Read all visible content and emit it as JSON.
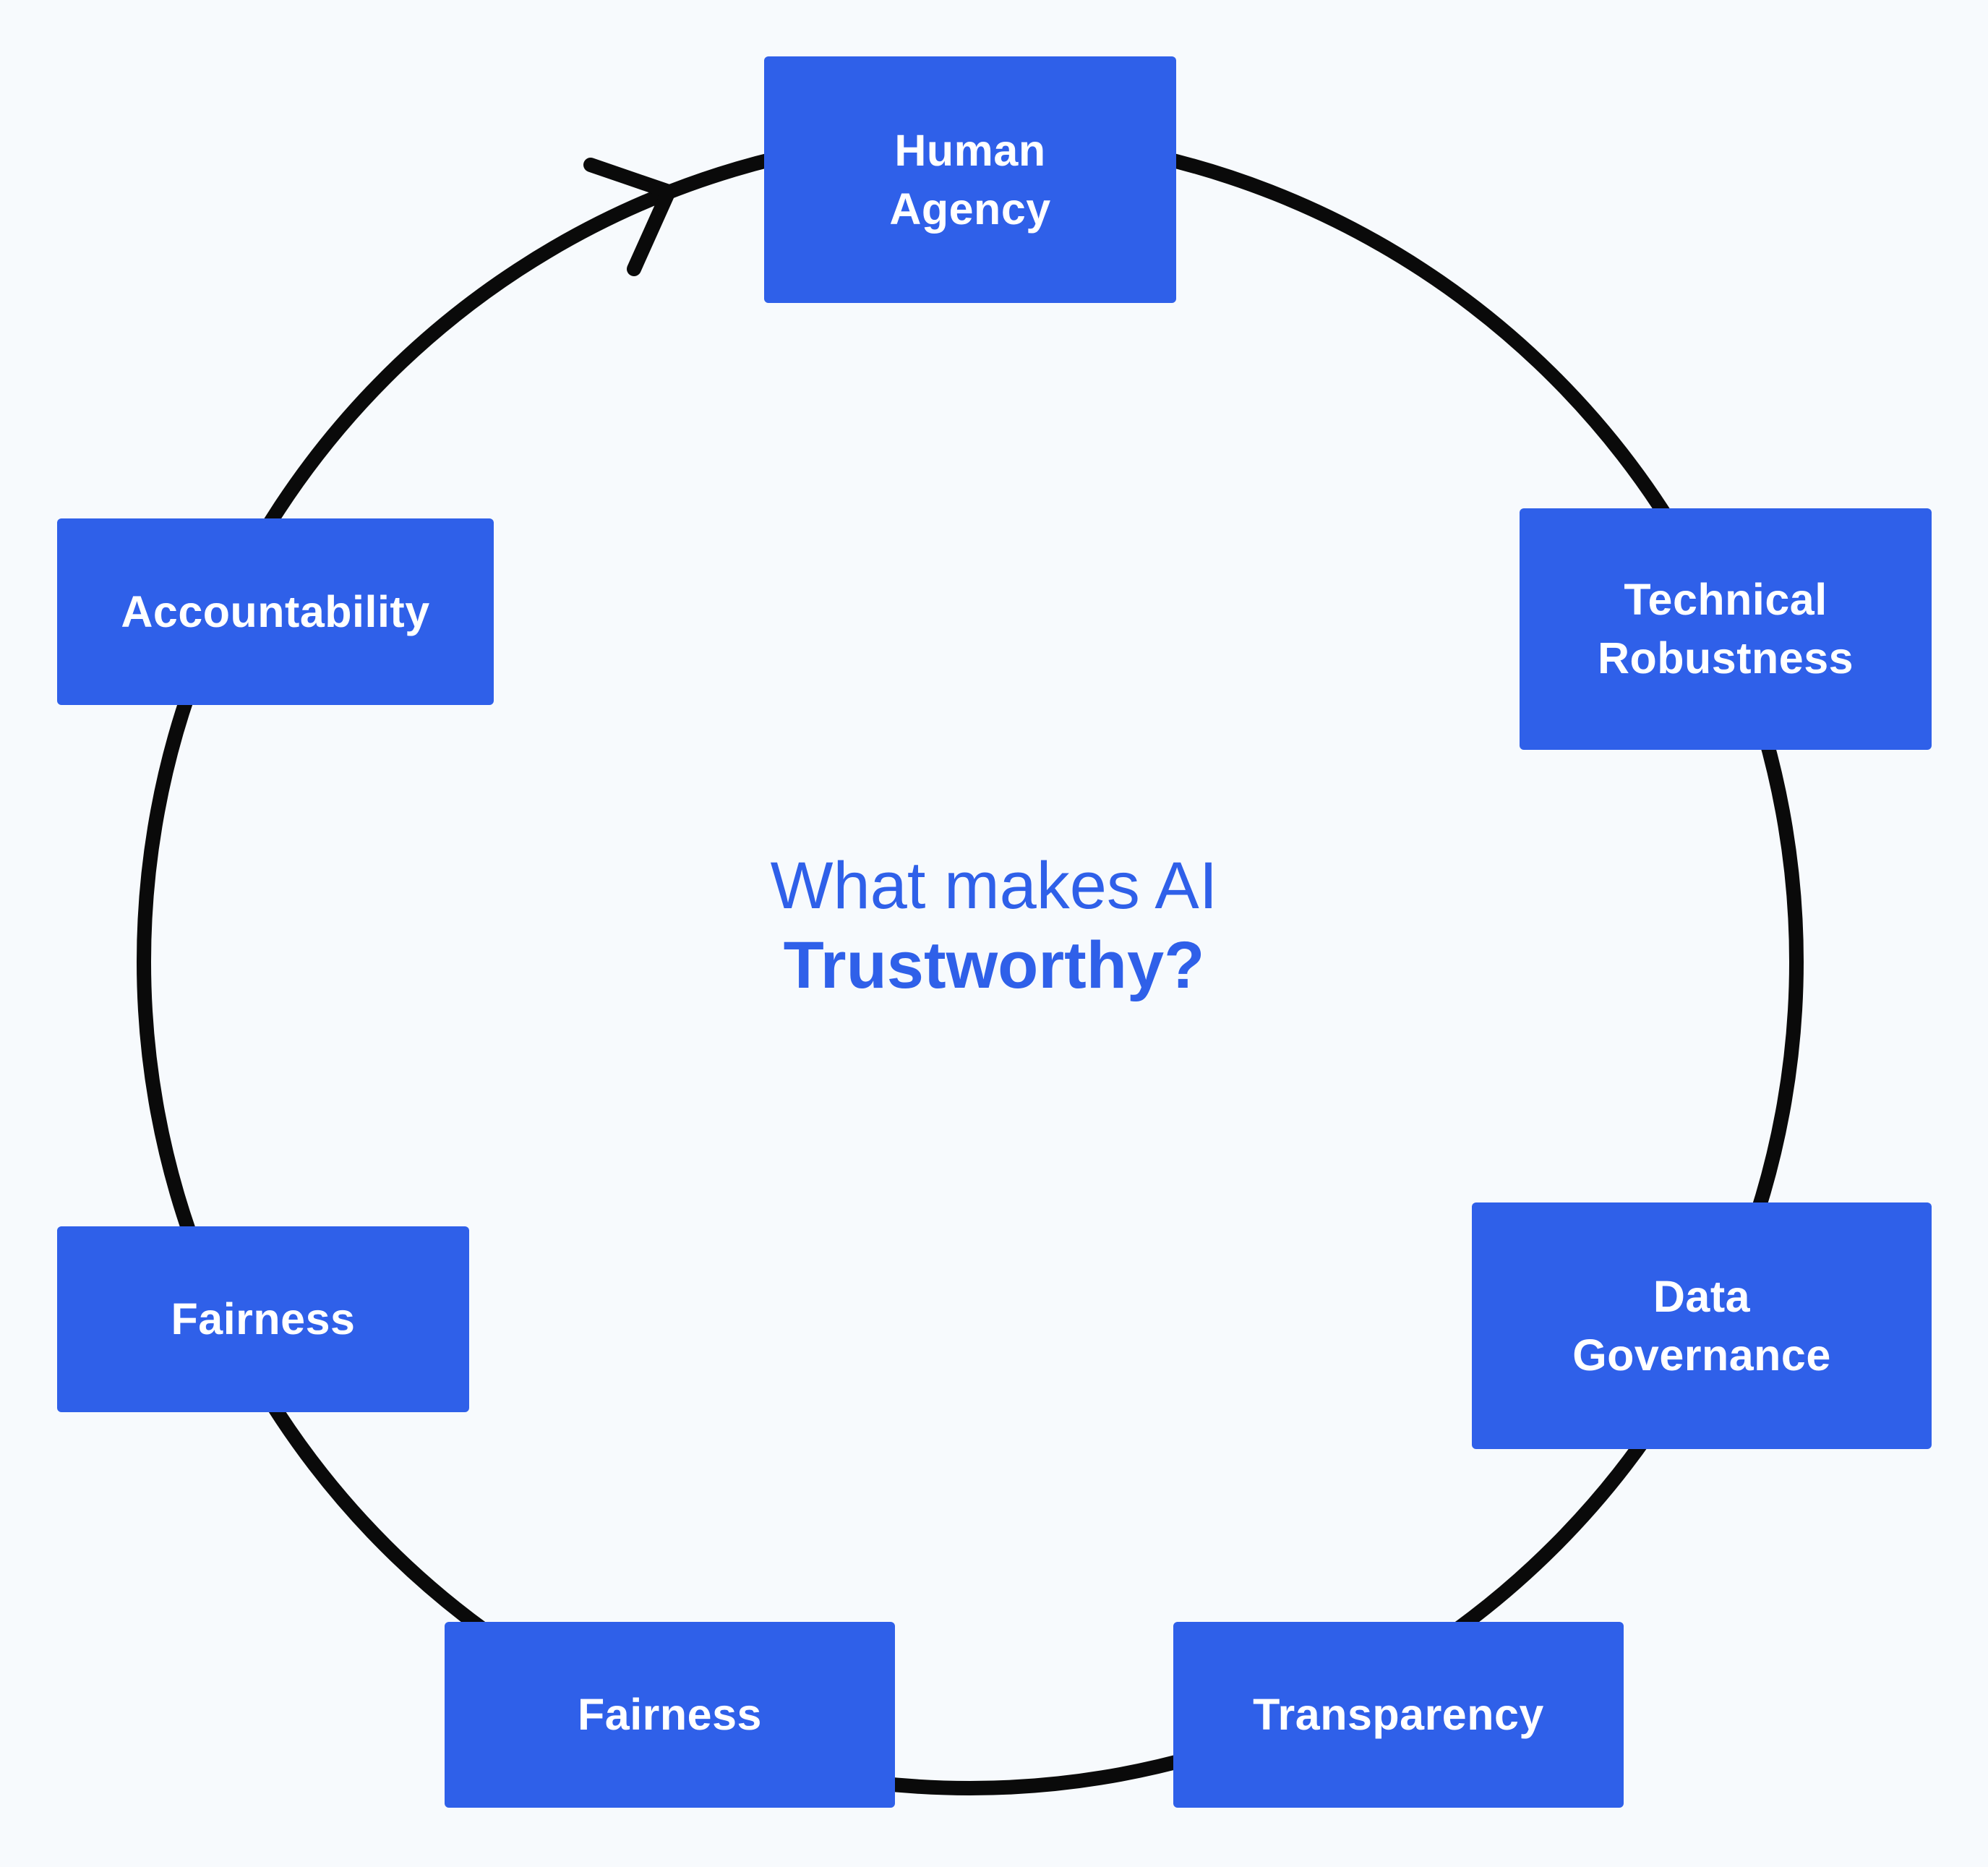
{
  "diagram": {
    "title_line1": "What makes AI",
    "title_line2": "Trustworthy?",
    "colors": {
      "box_fill": "#2f60e9",
      "box_text": "#ffffff",
      "title": "#2f60e9",
      "ring": "#0a0a0a",
      "background": "#f7fafd"
    },
    "nodes": [
      {
        "label": "Human\nAgency"
      },
      {
        "label": "Technical\nRobustness"
      },
      {
        "label": "Data\nGovernance"
      },
      {
        "label": "Transparency"
      },
      {
        "label": "Fairness"
      },
      {
        "label": "Fairness"
      },
      {
        "label": "Accountability"
      }
    ],
    "cycle_arrow_icon": "clockwise-arrow"
  }
}
